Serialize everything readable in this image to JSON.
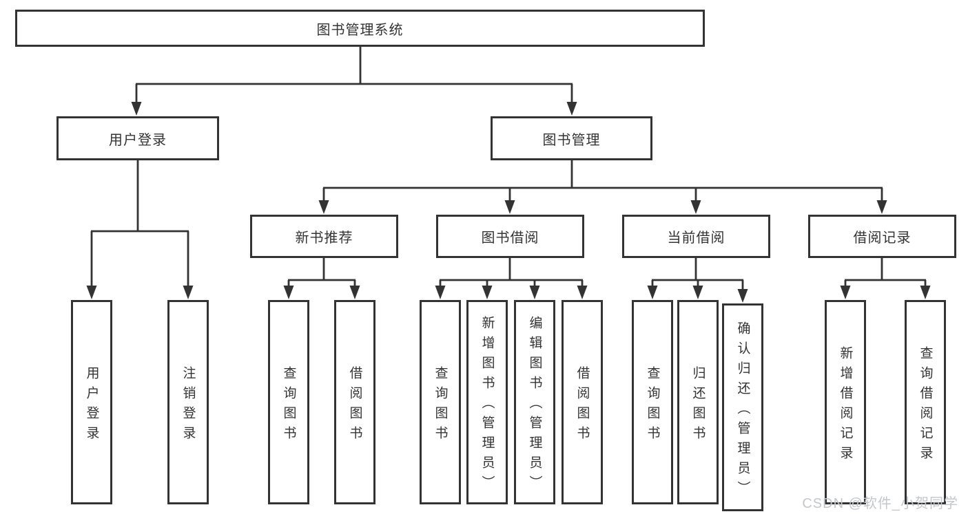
{
  "colors": {
    "line": "#333333",
    "box_border": "#333333",
    "text": "#333333",
    "watermark": "#c3c7cb",
    "background": "#ffffff"
  },
  "tree": {
    "label": "图书管理系统",
    "children": [
      {
        "label": "用户登录",
        "children": [
          {
            "label": "用户登录"
          },
          {
            "label": "注销登录"
          }
        ]
      },
      {
        "label": "图书管理",
        "children": [
          {
            "label": "新书推荐",
            "children": [
              {
                "label": "查询图书"
              },
              {
                "label": "借阅图书"
              }
            ]
          },
          {
            "label": "图书借阅",
            "children": [
              {
                "label": "查询图书"
              },
              {
                "label": "新增图书（管理员）"
              },
              {
                "label": "编辑图书（管理员）"
              },
              {
                "label": "借阅图书"
              }
            ]
          },
          {
            "label": "当前借阅",
            "children": [
              {
                "label": "查询图书"
              },
              {
                "label": "归还图书"
              },
              {
                "label": "确认归还（管理员）"
              }
            ]
          },
          {
            "label": "借阅记录",
            "children": [
              {
                "label": "新增借阅记录"
              },
              {
                "label": "查询借阅记录"
              }
            ]
          }
        ]
      }
    ]
  },
  "watermark": {
    "text": "CSDN @软件_小贺同学"
  }
}
